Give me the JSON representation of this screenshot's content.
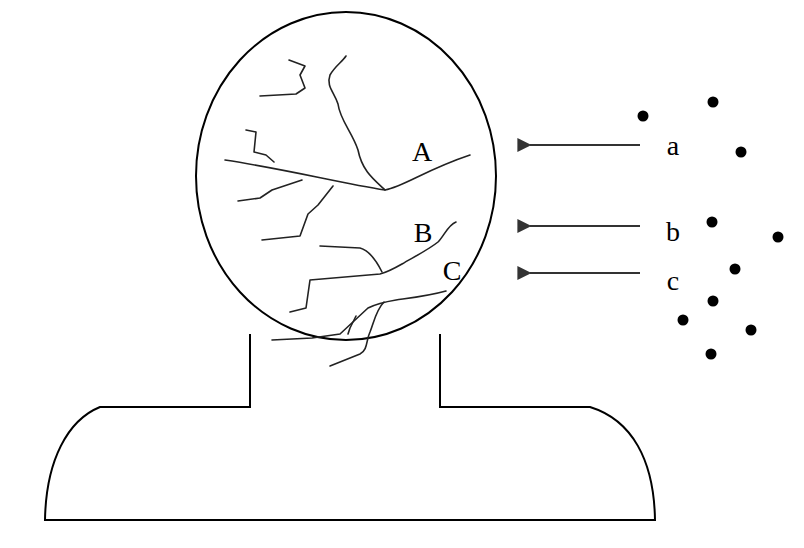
{
  "diagram": {
    "labels": [
      "A",
      "B",
      "C",
      "a",
      "b",
      "c"
    ]
  }
}
